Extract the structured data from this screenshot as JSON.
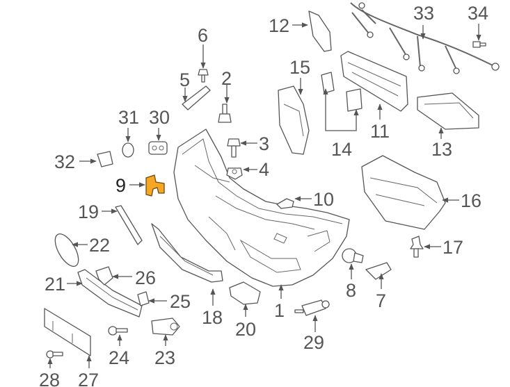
{
  "diagram": {
    "highlight_color": "#F5A623",
    "highlighted_part": "9",
    "callouts": {
      "c1": "1",
      "c2": "2",
      "c3": "3",
      "c4": "4",
      "c5": "5",
      "c6": "6",
      "c7": "7",
      "c8": "8",
      "c9": "9",
      "c10": "10",
      "c11": "11",
      "c12": "12",
      "c13": "13",
      "c14": "14",
      "c15": "15",
      "c16": "16",
      "c17": "17",
      "c18": "18",
      "c19": "19",
      "c20": "20",
      "c21": "21",
      "c22": "22",
      "c23": "23",
      "c24": "24",
      "c25": "25",
      "c26": "26",
      "c27": "27",
      "c28": "28",
      "c29": "29",
      "c30": "30",
      "c31": "31",
      "c32": "32",
      "c33": "33",
      "c34": "34"
    }
  }
}
